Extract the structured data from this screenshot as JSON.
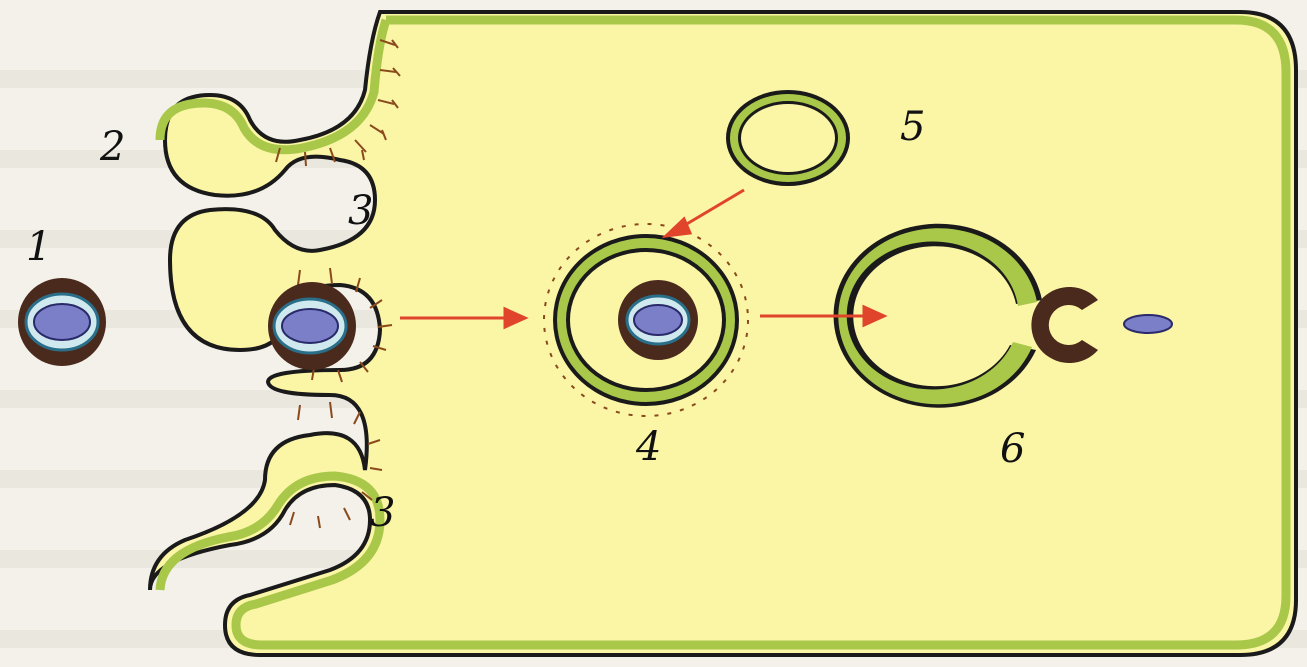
{
  "diagram": {
    "labels": {
      "l1": "1",
      "l2": "2",
      "l3a": "3",
      "l3b": "3",
      "l4": "4",
      "l5": "5",
      "l6": "6"
    },
    "colors": {
      "cytoplasm": "#fbf5a6",
      "membrane": "#a9c84a",
      "outline": "#1a1a1a",
      "arrow": "#e0452b",
      "receptor": "#8a4a1c",
      "virus_spikes": "#4a2a1c",
      "virus_envelope": "#cfe9ee",
      "virus_core": "#7a7fc8"
    }
  }
}
